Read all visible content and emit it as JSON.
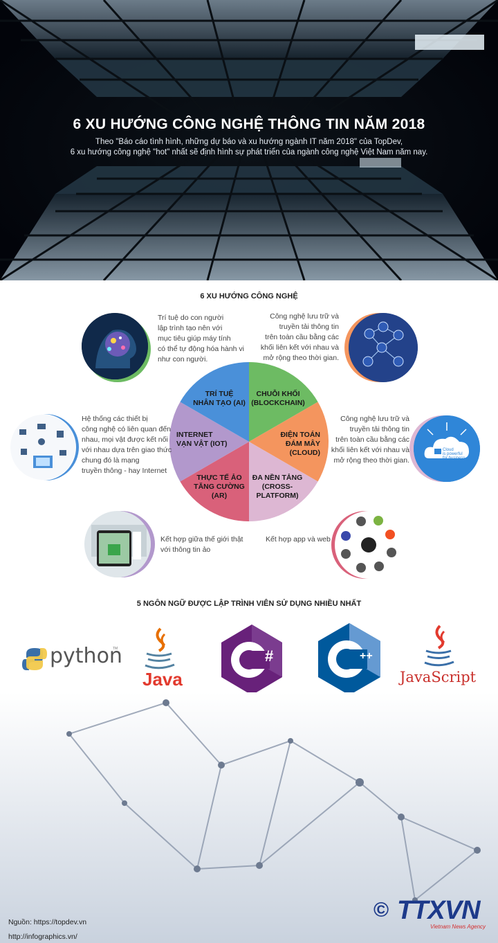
{
  "header": {
    "title": "6 XU HƯỚNG CÔNG NGHỆ THÔNG TIN NĂM 2018",
    "subtitle_line1": "Theo \"Báo cáo tình hình, những dự báo và xu hướng ngành IT năm 2018\" của  TopDev,",
    "subtitle_line2": "6 xu hướng công nghệ \"hot\" nhất sẽ định hình sự phát triển của ngành công nghệ Việt Nam năm nay."
  },
  "trends_section": {
    "title": "6 XU HƯỚNG CÔNG NGHỆ",
    "colors": {
      "ai": "#6dbb63",
      "blockchain": "#f4955e",
      "cloud": "#ddb7d3",
      "cross_platform": "#d9617a",
      "ar": "#b298cc",
      "iot": "#4a90d9"
    },
    "segments": {
      "ai": {
        "line1": "TRÍ TUỆ",
        "line2": "NHÂN TẠO (AI)"
      },
      "blockchain": {
        "line1": "CHUỖI KHỐI",
        "line2": "(BLOCKCHAIN)"
      },
      "cloud": {
        "line1": "ĐIỆN TOÁN",
        "line2": "ĐÁM MÂY",
        "line3": "(CLOUD)"
      },
      "cross_platform": {
        "line1": "ĐA NỀN TẢNG",
        "line2": "(CROSS-",
        "line3": "PLATFORM)"
      },
      "ar": {
        "line1": "THỰC TẾ ẢO",
        "line2": "TĂNG CƯỜNG",
        "line3": "(AR)"
      },
      "iot": {
        "line1": "INTERNET",
        "line2": "VẠN VẬT (IOT)"
      }
    },
    "descriptions": {
      "ai": [
        "Trí tuệ do con người",
        "lập trình tạo nên với",
        "mục tiêu giúp máy tính",
        "có thể tự động hóa hành vi",
        "như con người."
      ],
      "blockchain": [
        "Công nghệ lưu trữ và",
        "truyền tải thông tin",
        "trên toàn cầu bằng các",
        "khối liên kết với nhau và",
        "mở rộng theo thời gian."
      ],
      "iot": [
        "Hệ thống các thiết bị",
        "công nghệ có liên quan đến",
        "nhau, mọi vật được kết nối",
        "với nhau dựa trên giao thức",
        "chung đó là mạng",
        "truyền thông - hay Internet"
      ],
      "cloud": [
        "Công nghệ lưu trữ và",
        "truyền tải thông tin",
        "trên toàn cầu bằng các",
        "khối liên kết với nhau và",
        "mở rộng theo thời gian."
      ],
      "ar": [
        "Kết hợp giữa thế giới thật",
        "với thông tin ảo"
      ],
      "cross_platform": [
        "Kết hợp app và web"
      ]
    }
  },
  "languages_section": {
    "title": "5 NGÔN NGỮ ĐƯỢC LẬP TRÌNH VIÊN SỬ DỤNG NHIỀU NHẤT",
    "python": "python",
    "python_tm": "TM",
    "java": "Java",
    "csharp": "C",
    "csharp_suffix": "#",
    "cpp": "C",
    "cpp_suffix": "++",
    "javascript": "JavaScript"
  },
  "cloud_icon": {
    "line1": "Cloud",
    "line2": "is powerful",
    "line3": "for business"
  },
  "footer": {
    "source": "Nguồn: https://topdev.vn",
    "url": "http://infographics.vn/",
    "copyright": "©",
    "agency_logo": "TTXVN",
    "agency_name": "Vietnam News Agency"
  }
}
